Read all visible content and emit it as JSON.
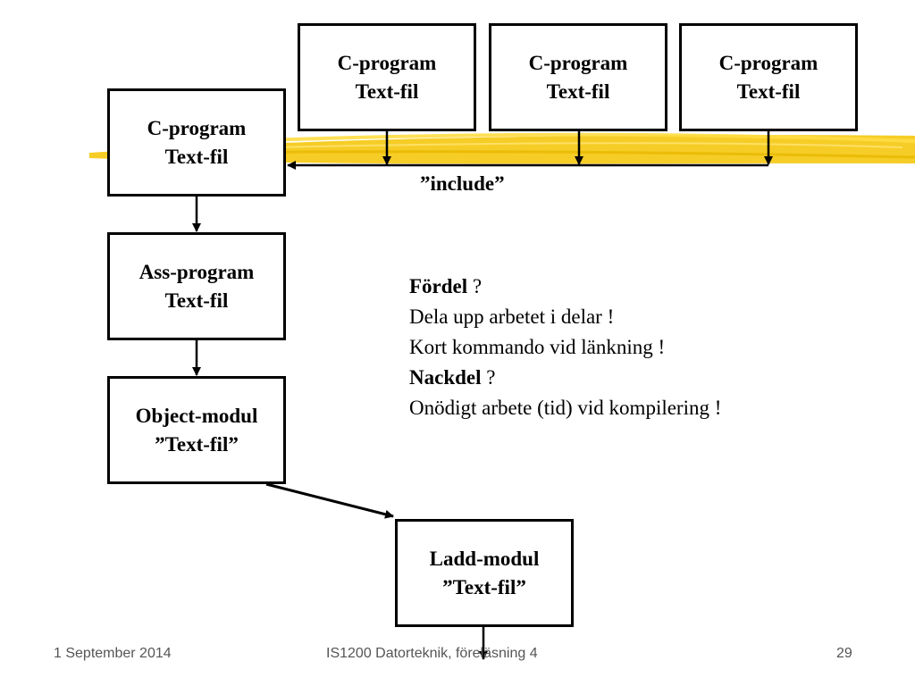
{
  "colors": {
    "highlight": "#f5c400",
    "lines": "#000000",
    "footer_text": "#555555"
  },
  "boxes": {
    "source_main": {
      "line1": "C-program",
      "line2": "Text-fil"
    },
    "include_1": {
      "line1": "C-program",
      "line2": "Text-fil"
    },
    "include_2": {
      "line1": "C-program",
      "line2": "Text-fil"
    },
    "include_3": {
      "line1": "C-program",
      "line2": "Text-fil"
    },
    "assembly": {
      "line1": "Ass-program",
      "line2": "Text-fil"
    },
    "object": {
      "line1": "Object-modul",
      "line2": "”Text-fil”"
    },
    "load": {
      "line1": "Ladd-modul",
      "line2": "”Text-fil”"
    }
  },
  "include_label": "”include”",
  "notes": {
    "pro_heading": "Fördel",
    "pro_mark": " ?",
    "pro_1": "Dela upp arbetet i delar !",
    "pro_2": "Kort kommando vid länkning !",
    "con_heading": "Nackdel",
    "con_mark": " ?",
    "con_1": "Onödigt arbete (tid) vid kompilering !"
  },
  "footer": {
    "date": "1 September 2014",
    "course": "IS1200 Datorteknik, föreläsning 4",
    "page": "29"
  }
}
